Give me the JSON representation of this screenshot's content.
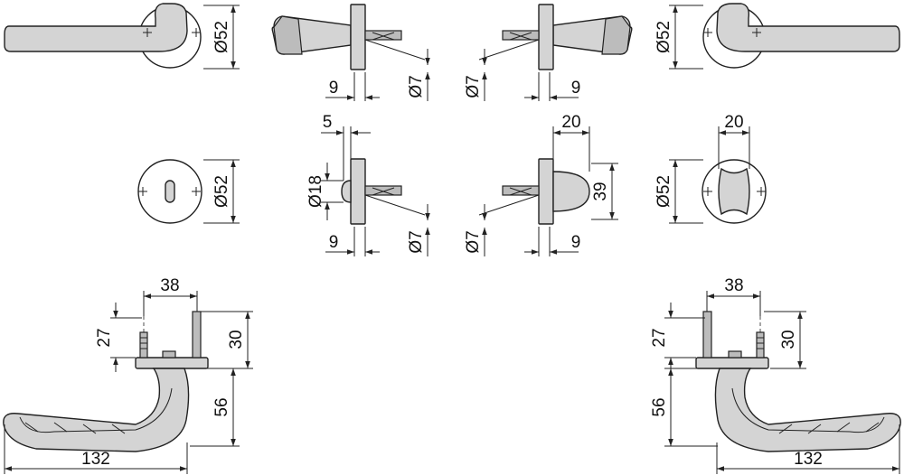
{
  "dimensions": {
    "rose_diameter_top_left": "Ø52",
    "rose_diameter_top_right": "Ø52",
    "rose_diameter_mid_left": "Ø52",
    "rose_diameter_mid_right": "Ø52",
    "rose_thickness_top_left": "9",
    "rose_thickness_top_right": "9",
    "rose_thickness_mid_left": "9",
    "rose_thickness_mid_right": "9",
    "spindle_diameter_top_left": "Ø7",
    "spindle_diameter_top_right": "Ø7",
    "spindle_diameter_mid_left": "Ø7",
    "spindle_diameter_mid_right": "Ø7",
    "knob_offset_small": "5",
    "knob_diameter_small": "Ø18",
    "dome_depth": "20",
    "dome_height": "39",
    "turn_width": "20",
    "post_spacing_left": "38",
    "post_spacing_right": "38",
    "post_height_left": "27",
    "post_height_right": "27",
    "post_total_left": "30",
    "post_total_right": "30",
    "handle_drop_left": "56",
    "handle_drop_right": "56",
    "handle_length_left": "132",
    "handle_length_right": "132"
  }
}
